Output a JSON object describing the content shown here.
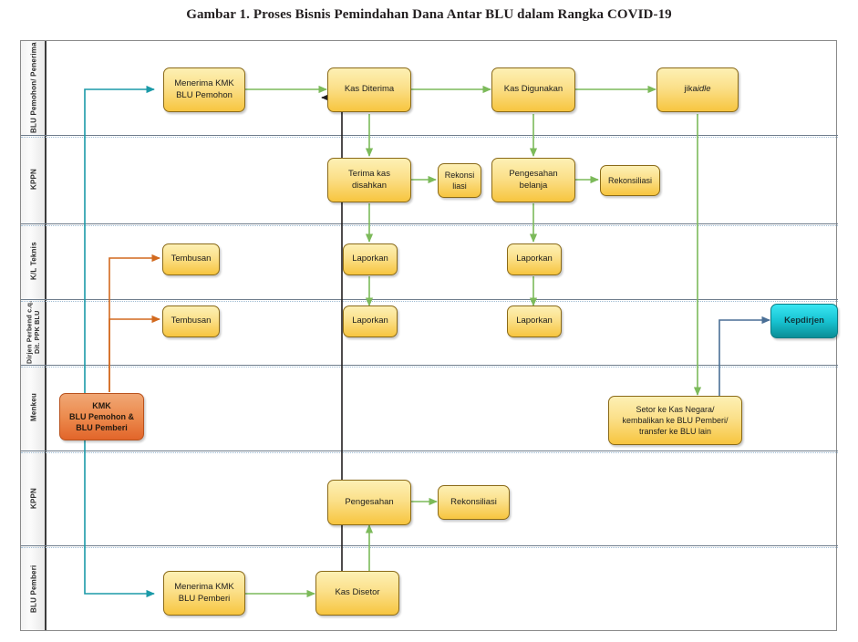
{
  "title": "Gambar 1. Proses Bisnis Pemindahan Dana Antar BLU dalam Rangka COVID-19",
  "colors": {
    "process_fill_top": "#fdf0b4",
    "process_fill_bottom": "#f7c53f",
    "process_border": "#8a6a18",
    "kmk_fill": "#e2652a",
    "kepdirjen_fill": "#18c3d2",
    "flow_green": "#7cba5a",
    "flow_teal": "#1b9aa8",
    "flow_orange": "#d2691e",
    "flow_black": "#231f20",
    "flow_blue": "#4a6f96",
    "lane_border": "#6f7d8c"
  },
  "lanes": [
    {
      "id": "lane-blu-pemohon",
      "label": "BLU Pemohon/ Penerima"
    },
    {
      "id": "lane-kppn-1",
      "label": "KPPN"
    },
    {
      "id": "lane-kl-teknis",
      "label": "K/L Teknis"
    },
    {
      "id": "lane-djpb",
      "label": "Dirjen Perbend c.q. Dit. PPK BLU"
    },
    {
      "id": "lane-menkeu",
      "label": "Menkeu"
    },
    {
      "id": "lane-kppn-2",
      "label": "KPPN"
    },
    {
      "id": "lane-blu-pemberi",
      "label": "BLU Pemberi"
    }
  ],
  "nodes": {
    "menerima_kmk_pemohon": "Menerima KMK BLU Pemohon",
    "kas_diterima": "Kas Diterima",
    "kas_digunakan": "Kas Digunakan",
    "jika_idle_prefix": "jika ",
    "jika_idle_em": "idle",
    "terima_kas_disahkan": "Terima kas disahkan",
    "rekonsiliasi_1": "Rekonsi liasi",
    "pengesahan_belanja": "Pengesahan belanja",
    "rekonsiliasi_2": "Rekonsiliasi",
    "laporkan_kl_1": "Laporkan",
    "laporkan_kl_2": "Laporkan",
    "laporkan_djpb_1": "Laporkan",
    "laporkan_djpb_2": "Laporkan",
    "tembusan_kl": "Tembusan",
    "tembusan_djpb": "Tembusan",
    "kepdirjen": "Kepdirjen",
    "kmk": "KMK BLU Pemohon & BLU Pemberi",
    "kmk_line1": "KMK",
    "kmk_line2": "BLU Pemohon &",
    "kmk_line3": "BLU Pemberi",
    "setor_line1": "Setor ke Kas Negara/",
    "setor_line2": "kembalikan ke BLU Pemberi/",
    "setor_line3": "transfer ke BLU lain",
    "pengesahan_2": "Pengesahan",
    "rekonsiliasi_3": "Rekonsiliasi",
    "menerima_kmk_pemberi": "Menerima KMK BLU Pemberi",
    "kas_disetor": "Kas Disetor"
  }
}
